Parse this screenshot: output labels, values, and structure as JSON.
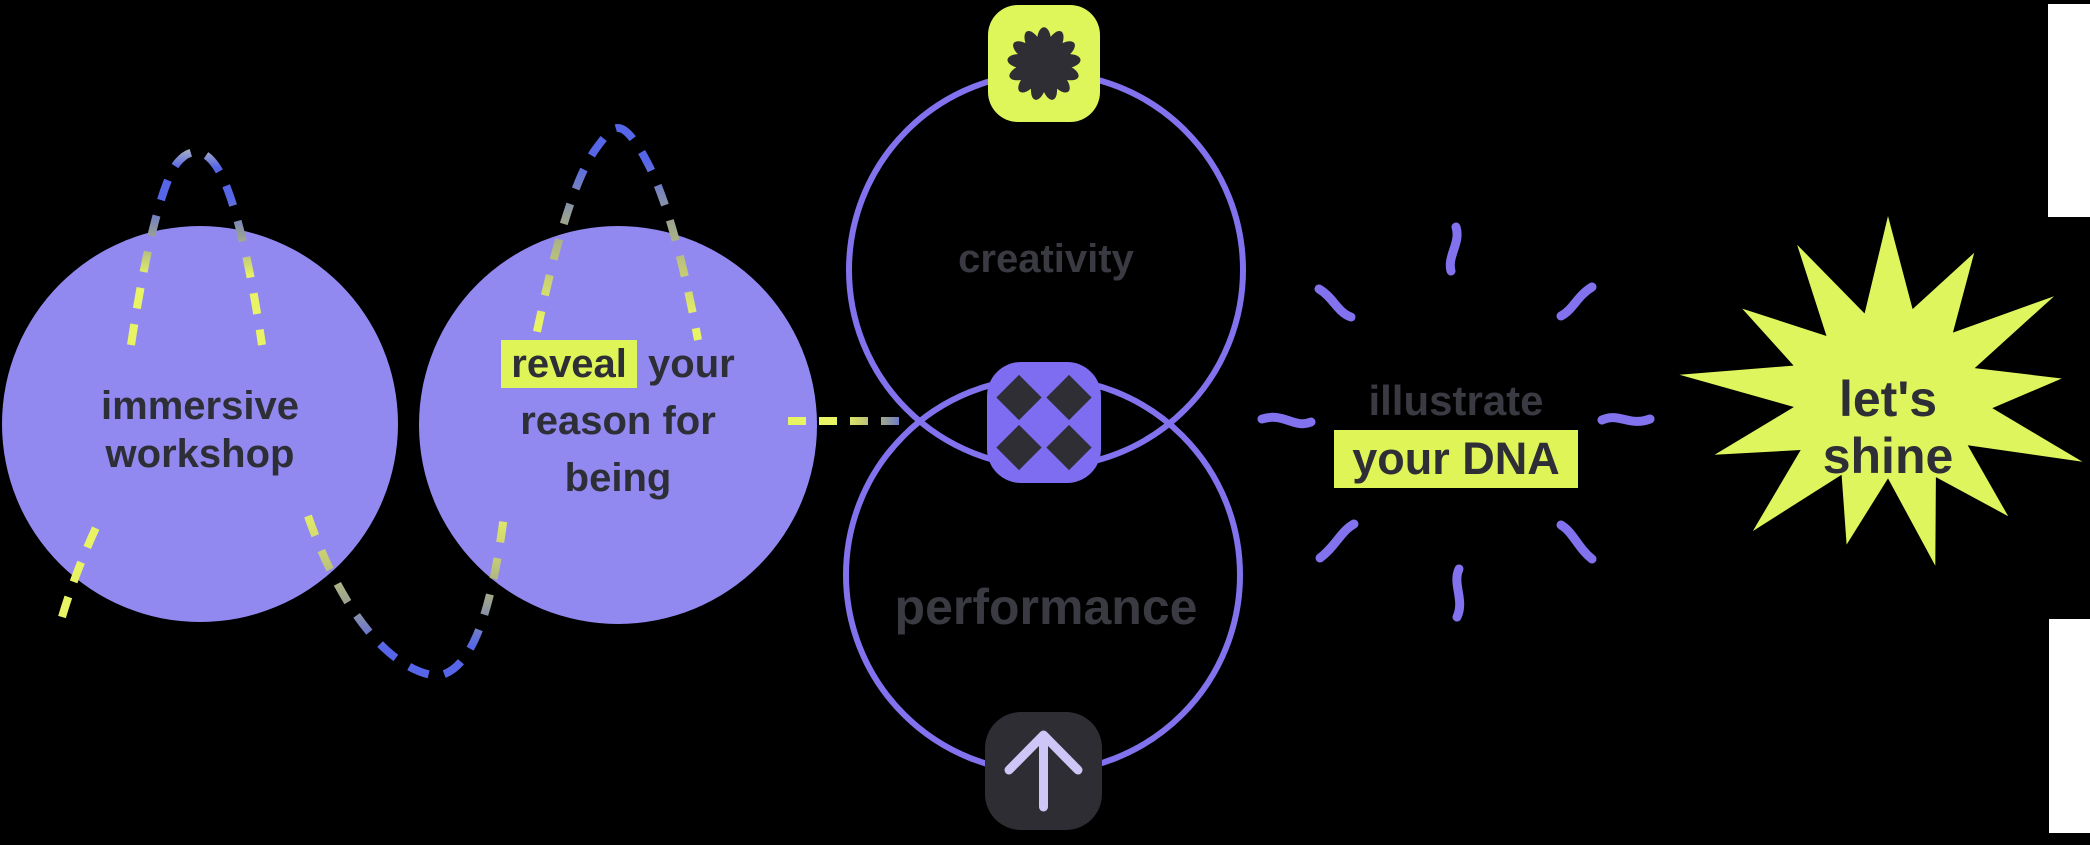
{
  "colors": {
    "background": "#000000",
    "purple_fill": "#9289f0",
    "purple_ring": "#8272ee",
    "purple_icon_bg": "#7e6cf1",
    "lime": "#dff457",
    "lime_icon_bg": "#dff65a",
    "lime_star": "#dff55d",
    "dark_icon": "#2e2e34",
    "dark_card": "#2e2d33",
    "dark_text": "#2e2e36",
    "muted_text": "#3a3a42",
    "yellow_dash": "#e9f464",
    "olive_dash": "#c6cc74",
    "gray_dash": "#9aa291",
    "slate_dash": "#a6aec2",
    "blue_dash": "#5766e8",
    "arrow_stroke": "#cfc6f8",
    "white": "#ffffff"
  },
  "stage1": {
    "line1": "immersive",
    "line2": "workshop"
  },
  "stage2": {
    "highlight": "reveal",
    "line1_rest": "your",
    "line2": "reason for",
    "line3": "being"
  },
  "venn": {
    "top_label": "creativity",
    "bottom_label": "performance",
    "top_icon": "flower-burst-icon",
    "center_icon": "x-cross-icon",
    "bottom_icon": "arrow-up-icon"
  },
  "stage4": {
    "line1": "illustrate",
    "line2": "your DNA"
  },
  "stage5": {
    "line1": "let's",
    "line2": "shine"
  }
}
